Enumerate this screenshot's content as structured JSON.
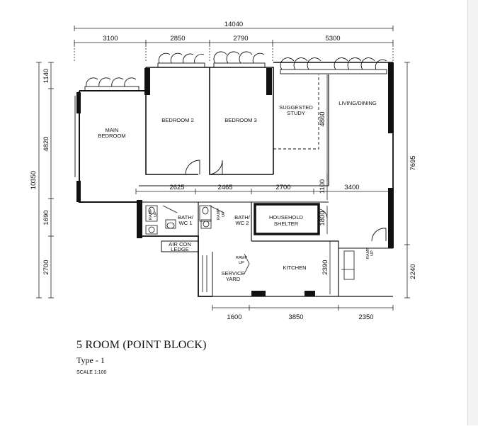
{
  "plan": {
    "dimensions": {
      "overall_width": "14040",
      "top_segments": [
        "3100",
        "2850",
        "2790",
        "5300"
      ],
      "left_overall": "10350",
      "left_segments": [
        "1140",
        "4820",
        "1690",
        "2700"
      ],
      "right_upper": "7695",
      "right_lower": "2240",
      "bottom_segments": [
        "1600",
        "3850",
        "2350"
      ],
      "mid_row": [
        "2625",
        "2465",
        "2700",
        "3400"
      ],
      "study_depth": "4860",
      "corridor": "1100",
      "shelter": "1800",
      "kitchen": "2390"
    },
    "rooms": {
      "main_bedroom": [
        "MAIN",
        "BEDROOM"
      ],
      "bedroom2": "BEDROOM 2",
      "bedroom3": "BEDROOM 3",
      "study": [
        "SUGGESTED",
        "STUDY"
      ],
      "living": "LIVING/DINING",
      "bath1": [
        "BATH/",
        "WC 1"
      ],
      "bath2": [
        "BATH/",
        "WC 2"
      ],
      "shelter": [
        "HOUSEHOLD",
        "SHELTER"
      ],
      "aircon": [
        "AIR CON",
        "LEDGE"
      ],
      "service": [
        "SERVICE",
        "YARD"
      ],
      "kitchen": "KITCHEN",
      "ramp": [
        "RAMP",
        "UP"
      ]
    }
  },
  "title": {
    "main": "5 ROOM (POINT BLOCK)",
    "type": "Type - 1",
    "scale": "SCALE  1:100"
  }
}
